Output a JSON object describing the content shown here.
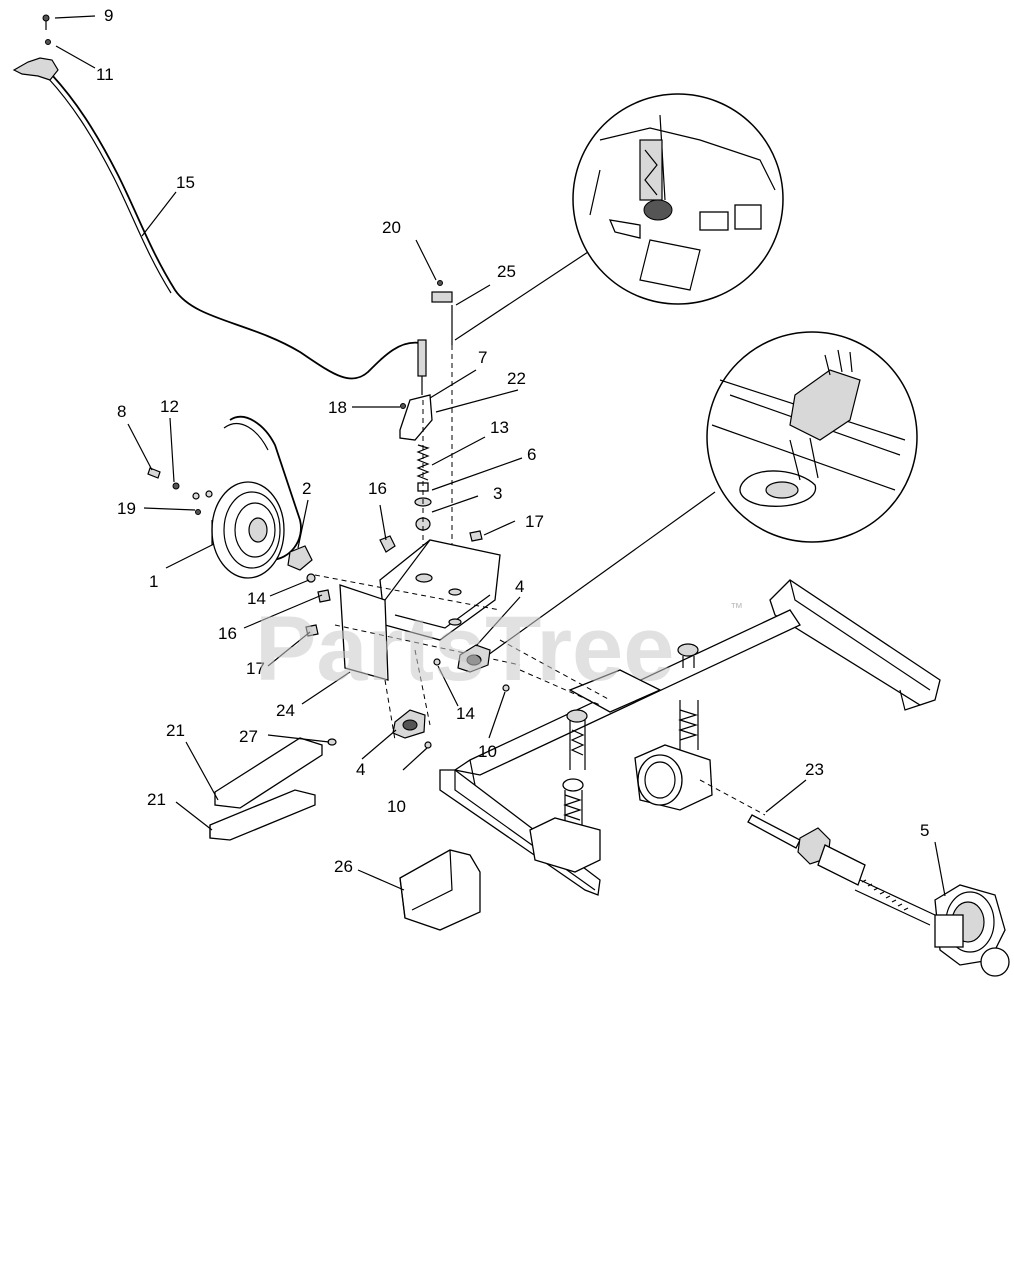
{
  "diagram": {
    "callouts": [
      "1",
      "2",
      "3",
      "4",
      "4",
      "5",
      "6",
      "7",
      "8",
      "9",
      "10",
      "10",
      "11",
      "12",
      "13",
      "14",
      "14",
      "15",
      "16",
      "16",
      "17",
      "17",
      "18",
      "19",
      "20",
      "21",
      "21",
      "22",
      "23",
      "24",
      "25",
      "26",
      "27"
    ]
  },
  "watermark": {
    "text": "PartsTree",
    "trademark": "™"
  },
  "colors": {
    "line": "#000000",
    "background": "#ffffff",
    "watermark": "#c9c9c9"
  }
}
